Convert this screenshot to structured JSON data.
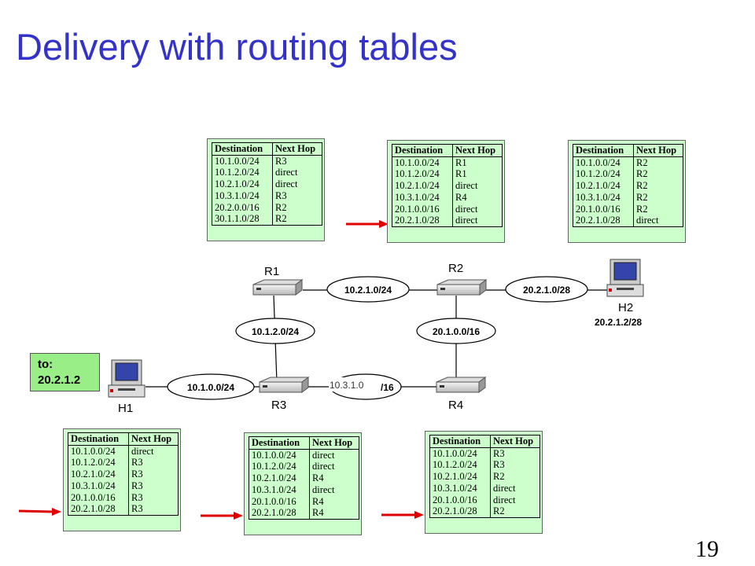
{
  "title": "Delivery with routing tables",
  "page_number": "19",
  "destination_box": {
    "line1": "to:",
    "line2": "20.2.1.2"
  },
  "colors": {
    "title": "#3333cc",
    "table_bg": "#ccffcc",
    "arrow": "#e00000",
    "to_box_bg": "#99ee88"
  },
  "table_headers": {
    "destination": "Destination",
    "next_hop": "Next Hop"
  },
  "nodes": {
    "R1": "R1",
    "R2": "R2",
    "R3": "R3",
    "R4": "R4",
    "H1": "H1",
    "H2": "H2",
    "H2_addr": "20.2.1.2/28"
  },
  "networks": {
    "n_r1_r2": "10.2.1.0/24",
    "n_r2_h2": "20.2.1.0/28",
    "n_r1_r3": "10.1.2.0/24",
    "n_r2_r4": "20.1.0.0/16",
    "n_h1_r3": "10.1.0.0/24",
    "n_r3_r4_a": "10.3.1.0",
    "n_r3_r4_b": "/16"
  },
  "tables": {
    "R1": [
      [
        "10.1.0.0/24",
        "R3"
      ],
      [
        "10.1.2.0/24",
        "direct"
      ],
      [
        "10.2.1.0/24",
        "direct"
      ],
      [
        "10.3.1.0/24",
        "R3"
      ],
      [
        "20.2.0.0/16",
        "R2"
      ],
      [
        "30.1.1.0/28",
        "R2"
      ]
    ],
    "R2": [
      [
        "10.1.0.0/24",
        "R1"
      ],
      [
        "10.1.2.0/24",
        "R1"
      ],
      [
        "10.2.1.0/24",
        "direct"
      ],
      [
        "10.3.1.0/24",
        "R4"
      ],
      [
        "20.1.0.0/16",
        "direct"
      ],
      [
        "20.2.1.0/28",
        "direct"
      ]
    ],
    "H2": [
      [
        "10.1.0.0/24",
        "R2"
      ],
      [
        "10.1.2.0/24",
        "R2"
      ],
      [
        "10.2.1.0/24",
        "R2"
      ],
      [
        "10.3.1.0/24",
        "R2"
      ],
      [
        "20.1.0.0/16",
        "R2"
      ],
      [
        "20.2.1.0/28",
        "direct"
      ]
    ],
    "H1": [
      [
        "10.1.0.0/24",
        "direct"
      ],
      [
        "10.1.2.0/24",
        "R3"
      ],
      [
        "10.2.1.0/24",
        "R3"
      ],
      [
        "10.3.1.0/24",
        "R3"
      ],
      [
        "20.1.0.0/16",
        "R3"
      ],
      [
        "20.2.1.0/28",
        "R3"
      ]
    ],
    "R3": [
      [
        "10.1.0.0/24",
        "direct"
      ],
      [
        "10.1.2.0/24",
        "direct"
      ],
      [
        "10.2.1.0/24",
        "R4"
      ],
      [
        "10.3.1.0/24",
        "direct"
      ],
      [
        "20.1.0.0/16",
        "R4"
      ],
      [
        "20.2.1.0/28",
        "R4"
      ]
    ],
    "R4": [
      [
        "10.1.0.0/24",
        "R3"
      ],
      [
        "10.1.2.0/24",
        "R3"
      ],
      [
        "10.2.1.0/24",
        "R2"
      ],
      [
        "10.3.1.0/24",
        "direct"
      ],
      [
        "20.1.0.0/16",
        "direct"
      ],
      [
        "20.2.1.0/28",
        "R2"
      ]
    ]
  }
}
